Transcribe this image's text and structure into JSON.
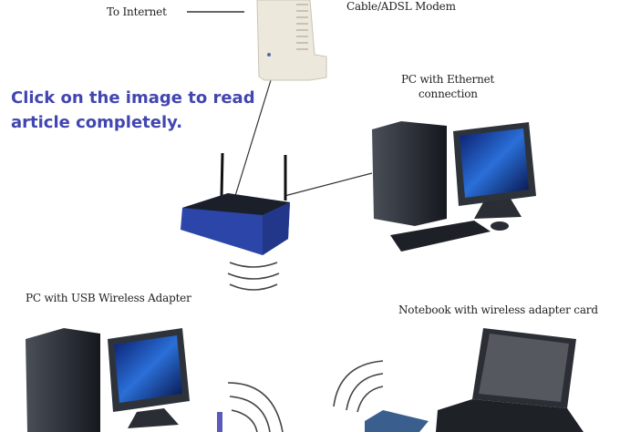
{
  "labels": {
    "internet": "To Internet",
    "modem": "Cable/ADSL Modem",
    "pc_ethernet_line1": "PC with Ethernet",
    "pc_ethernet_line2": "connection",
    "pc_usb": "PC with USB Wireless Adapter",
    "notebook": "Notebook with wireless adapter card"
  },
  "promo": {
    "line1": "Click on the image to read",
    "line2": "article completely."
  },
  "colors": {
    "promo": "#4146b0",
    "router": "#2b45a8",
    "screen": "#1a56c8"
  }
}
